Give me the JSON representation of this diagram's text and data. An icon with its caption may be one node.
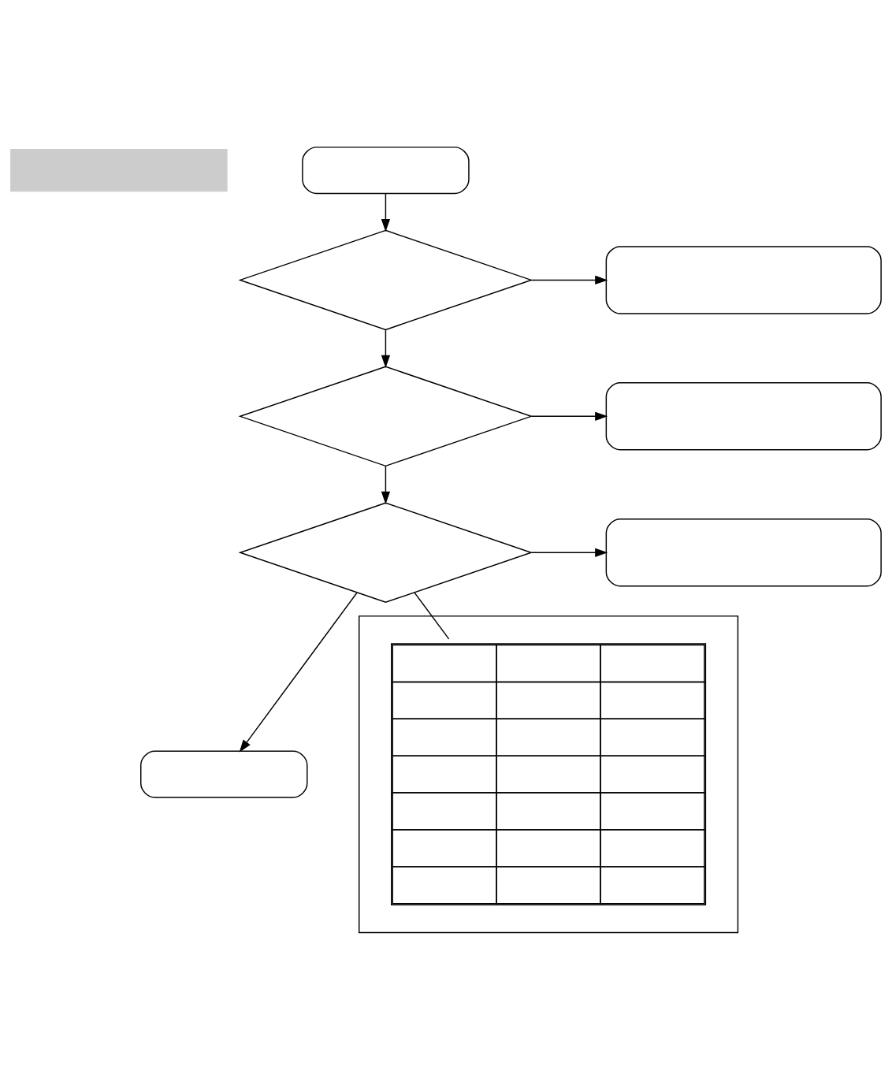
{
  "diagram": {
    "nodes": [
      {
        "text": [],
        "shape": "bar"
      },
      {
        "text": [],
        "shape": "oval"
      },
      {
        "text": [],
        "shape": "diamond"
      },
      {
        "text": [],
        "shape": "box"
      },
      {
        "text": [],
        "shape": "diamond"
      },
      {
        "text": [],
        "shape": "box"
      },
      {
        "text": [],
        "shape": "diamond"
      },
      {
        "text": [],
        "shape": "box"
      },
      {
        "text": [],
        "shape": "oval"
      },
      {
        "text": [],
        "shape": "callout"
      },
      {
        "text": [],
        "shape": "table",
        "in": 9
      }
    ],
    "edges": [
      {
        "from": 1,
        "to": 2,
        "arrow": "to"
      },
      {
        "from": 2,
        "to": 3,
        "arrow": "to"
      },
      {
        "from": 2,
        "to": 4,
        "arrow": "to"
      },
      {
        "from": 4,
        "to": 5,
        "arrow": "to"
      },
      {
        "from": 4,
        "to": 6,
        "arrow": "to"
      },
      {
        "from": 6,
        "to": 7,
        "arrow": "to"
      },
      {
        "from": 6,
        "to": 8,
        "arrow": "to"
      },
      {
        "from": 6,
        "to": 10,
        "arrow": "none"
      }
    ]
  }
}
